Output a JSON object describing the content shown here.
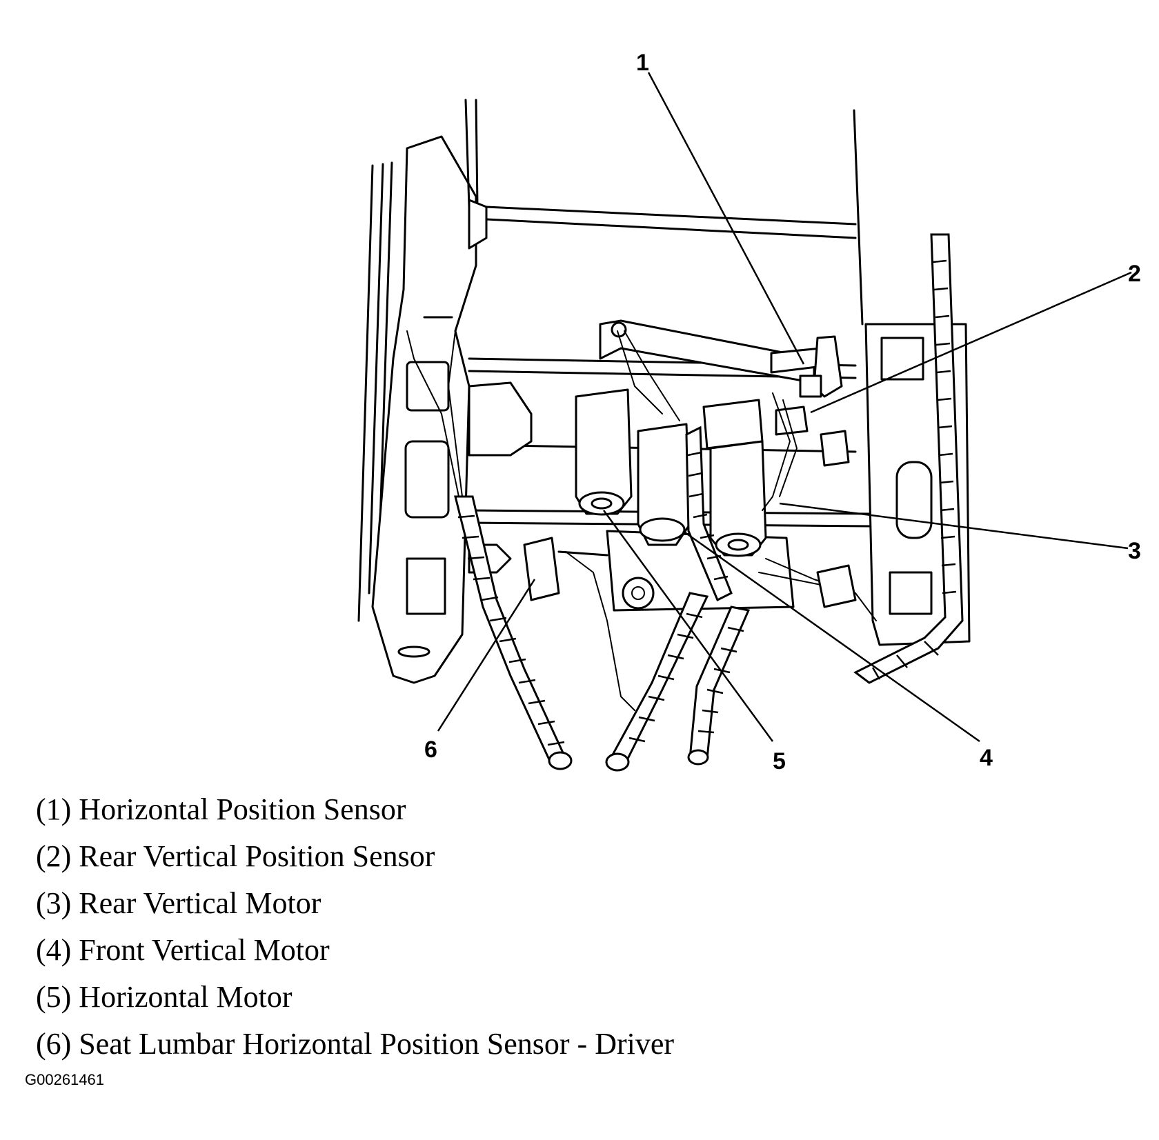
{
  "diagram": {
    "callouts": [
      {
        "id": "1",
        "label": "1"
      },
      {
        "id": "2",
        "label": "2"
      },
      {
        "id": "3",
        "label": "3"
      },
      {
        "id": "4",
        "label": "4"
      },
      {
        "id": "5",
        "label": "5"
      },
      {
        "id": "6",
        "label": "6"
      }
    ]
  },
  "legend": {
    "items": [
      "(1) Horizontal Position Sensor",
      "(2) Rear Vertical Position Sensor",
      "(3) Rear Vertical Motor",
      "(4) Front Vertical Motor",
      "(5) Horizontal Motor",
      "(6) Seat Lumbar Horizontal Position Sensor - Driver"
    ]
  },
  "figure_code": "G00261461"
}
